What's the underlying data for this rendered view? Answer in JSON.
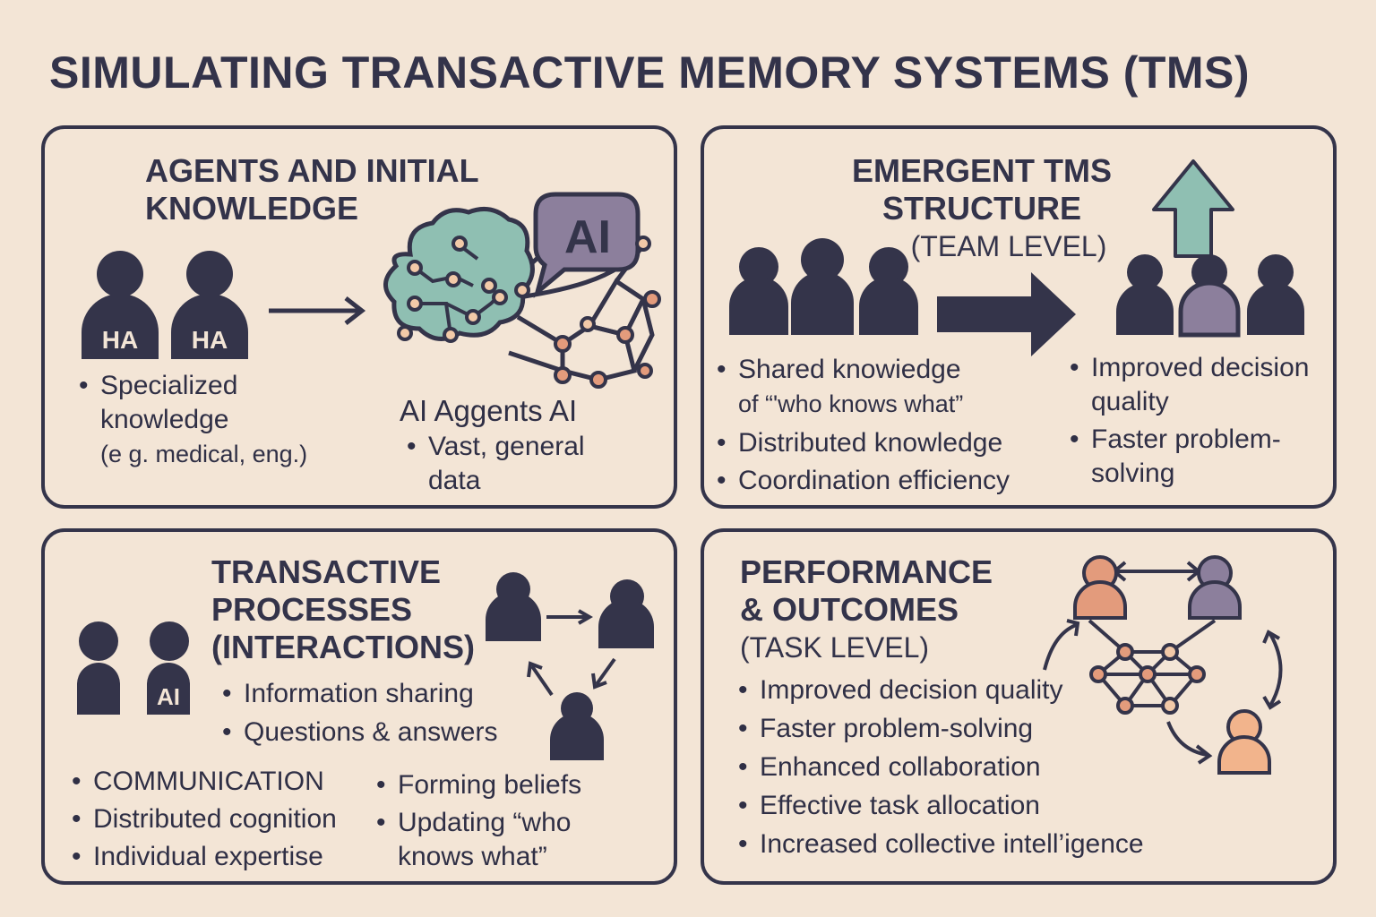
{
  "title": "SIMULATING TRANSACTIVE MEMORY SYSTEMS (TMS)",
  "colors": {
    "dark": "#34344a",
    "teal": "#8fbfb2",
    "purple": "#8c7f9c",
    "orange": "#e39b7c",
    "peach": "#f2c9a8",
    "background": "#f3e5d6"
  },
  "panels": {
    "agents": {
      "heading_line1": "AGENTS AND INITIAL",
      "heading_line2": "KNOWLEDGE",
      "human_badge": "HA",
      "ai_badge": "AI",
      "human_bullets": {
        "line1": "Specialized",
        "line2": "knowledge",
        "line3": "(e g. medical, eng.)"
      },
      "ai_label": "AI Aggents AI",
      "ai_bullets": {
        "line1": "Vast, general",
        "line2": "data"
      }
    },
    "emergent": {
      "heading_line1": "EMERGENT TMS",
      "heading_line2": "STRUCTURE",
      "heading_sub": "(TEAM LEVEL)",
      "left_bullets": [
        {
          "line1": "Shared knowiedge",
          "line2": "of “'who knows what”"
        },
        {
          "line1": "Distributed knowledge"
        },
        {
          "line1": "Coordination efficiency"
        }
      ],
      "right_bullets": [
        {
          "line1": "Improved decision",
          "line2": "quality"
        },
        {
          "line1": "Faster problem-",
          "line2": "solving"
        }
      ]
    },
    "transactive": {
      "heading_line1": "TRANSACTIVE",
      "heading_line2": "PROCESSES",
      "heading_line3": "(INTERACTIONS)",
      "ai_badge": "AI",
      "top_bullets": [
        "Information sharing",
        "Questions & answers"
      ],
      "left_bullets": [
        "COMMUNICATION",
        "Distributed cognition",
        "Individual expertise"
      ],
      "right_bullets": {
        "b1": "Forming beliefs",
        "b2_line1": "Updating “who",
        "b2_line2": "knows what”"
      }
    },
    "performance": {
      "heading_line1": "PERFORMANCE",
      "heading_line2": "& OUTCOMES",
      "heading_sub": "(TASK LEVEL)",
      "bullets": [
        "Improved decision quality",
        "Faster problem-solving",
        "Enhanced collaboration",
        "Effective task allocation",
        "Increased collective intell’igence"
      ]
    }
  }
}
